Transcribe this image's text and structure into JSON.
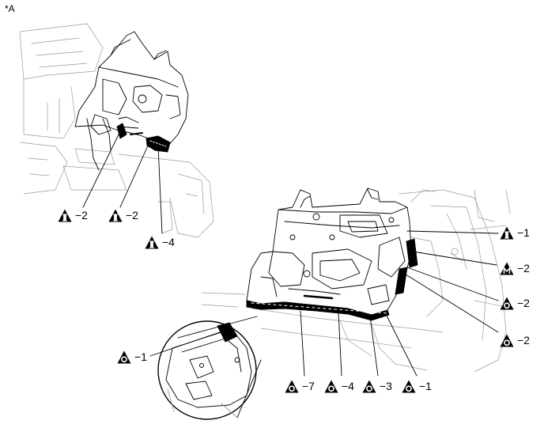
{
  "view_label": "*A",
  "symbol_names": {
    "I": "spot-weld-i-icon",
    "M": "spot-weld-m-icon",
    "O": "spot-weld-o-icon"
  },
  "callouts": [
    {
      "id": "c1",
      "letter": "I",
      "text": "−2"
    },
    {
      "id": "c2",
      "letter": "I",
      "text": "−2"
    },
    {
      "id": "c3",
      "letter": "I",
      "text": "−4"
    },
    {
      "id": "c4",
      "letter": "I",
      "text": "−1"
    },
    {
      "id": "c5",
      "letter": "M",
      "text": "−2"
    },
    {
      "id": "c6",
      "letter": "O",
      "text": "−2"
    },
    {
      "id": "c7",
      "letter": "O",
      "text": "−2"
    },
    {
      "id": "c8",
      "letter": "O",
      "text": "−1"
    },
    {
      "id": "c9",
      "letter": "O",
      "text": "−7"
    },
    {
      "id": "c10",
      "letter": "O",
      "text": "−4"
    },
    {
      "id": "c11",
      "letter": "O",
      "text": "−3"
    },
    {
      "id": "c12",
      "letter": "O",
      "text": "−1"
    }
  ]
}
